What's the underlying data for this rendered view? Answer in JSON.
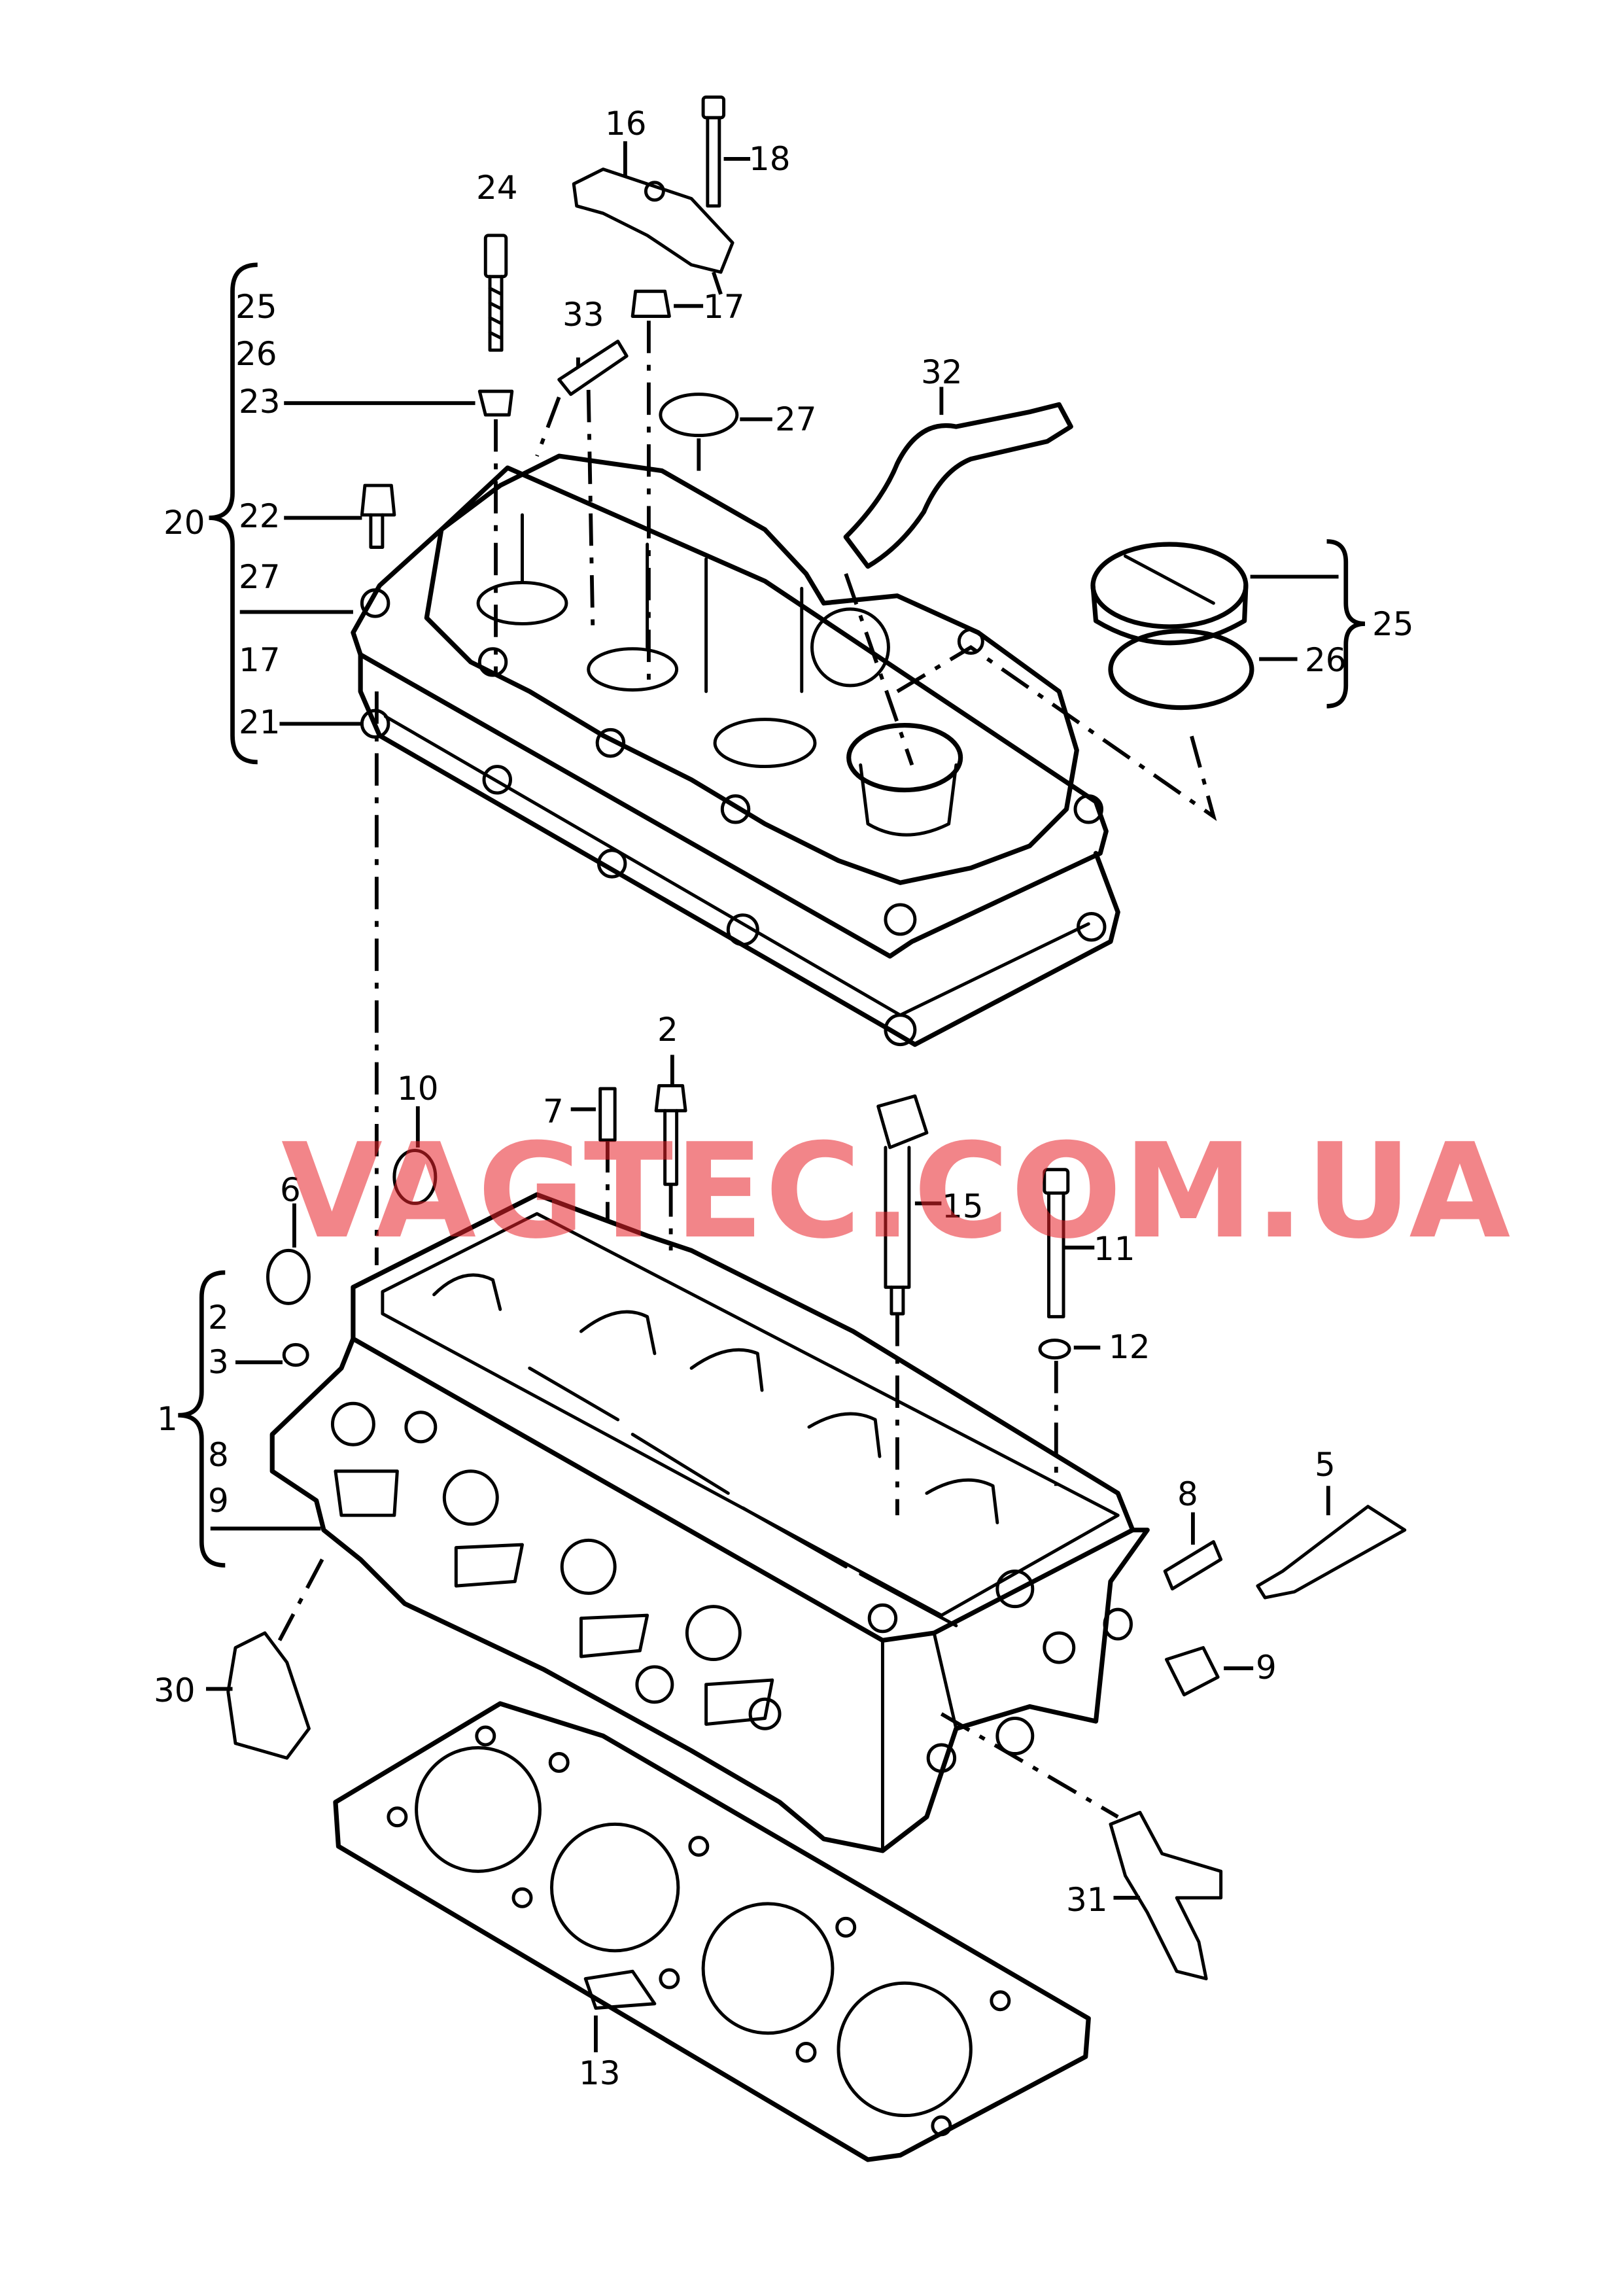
{
  "watermark": {
    "text": "VAGTEC.COM.UA",
    "color": "#e8232a"
  },
  "callouts": {
    "c1": "1",
    "c2": "2",
    "c2b": "2",
    "c3": "3",
    "c5": "5",
    "c6": "6",
    "c7": "7",
    "c8": "8",
    "c8b": "8",
    "c9": "9",
    "c9b": "9",
    "c10": "10",
    "c11": "11",
    "c12": "12",
    "c13": "13",
    "c15": "15",
    "c16": "16",
    "c17": "17",
    "c17b": "17",
    "c18": "18",
    "c20": "20",
    "c21": "21",
    "c22": "22",
    "c23": "23",
    "c24": "24",
    "c25": "25",
    "c25b": "25",
    "c26": "26",
    "c26b": "26",
    "c27": "27",
    "c27b": "27",
    "c30": "30",
    "c31": "31",
    "c32": "32",
    "c33": "33"
  },
  "groups": {
    "group20": {
      "label": "20",
      "members": [
        "25",
        "26",
        "23",
        "22",
        "27",
        "17",
        "21"
      ]
    },
    "group1": {
      "label": "1",
      "members": [
        "2",
        "3",
        "8",
        "9"
      ]
    },
    "group25": {
      "label": "25",
      "members": [
        "26"
      ]
    }
  },
  "icons": [
    "cylinder-head",
    "valve-cover",
    "head-gasket",
    "injector",
    "oil-filler-cap",
    "breather-hose"
  ]
}
